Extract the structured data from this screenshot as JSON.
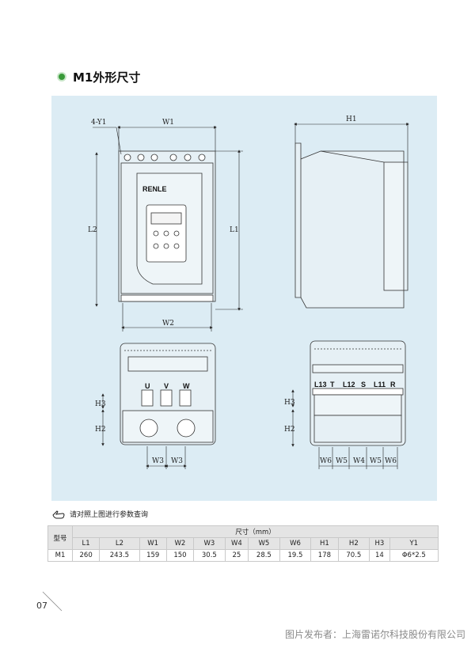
{
  "section": {
    "title": "M1外形尺寸"
  },
  "drawing": {
    "brand": "RENLE",
    "front_labels": {
      "v1": "4-Y1",
      "w1": "W1",
      "w2": "W2",
      "l1": "L1",
      "l2": "L2"
    },
    "side_labels": {
      "h1": "H1"
    },
    "bottom_left_labels": {
      "u": "U",
      "v": "V",
      "w": "W",
      "h3": "H3",
      "h2": "H2",
      "w3a": "W3",
      "w3b": "W3"
    },
    "bottom_right_labels": {
      "l13": "L13",
      "t": "T",
      "l12": "L12",
      "s": "S",
      "l11": "L11",
      "r": "R",
      "h3": "H3",
      "h2": "H2",
      "w6a": "W6",
      "w5a": "W5",
      "w4": "W4",
      "w5b": "W5",
      "w6b": "W6"
    }
  },
  "note": {
    "text": "请对照上图进行参数查询"
  },
  "table": {
    "model_header": "型号",
    "size_header": "尺寸（mm）",
    "columns": [
      "L1",
      "L2",
      "W1",
      "W2",
      "W3",
      "W4",
      "W5",
      "W6",
      "H1",
      "H2",
      "H3",
      "Y1"
    ],
    "rows": [
      {
        "model": "M1",
        "values": [
          "260",
          "243.5",
          "159",
          "150",
          "30.5",
          "25",
          "28.5",
          "19.5",
          "178",
          "70.5",
          "14",
          "Φ6*2.5"
        ]
      }
    ]
  },
  "page_number": "07",
  "footer": "图片发布者：上海雷诺尔科技股份有限公司"
}
